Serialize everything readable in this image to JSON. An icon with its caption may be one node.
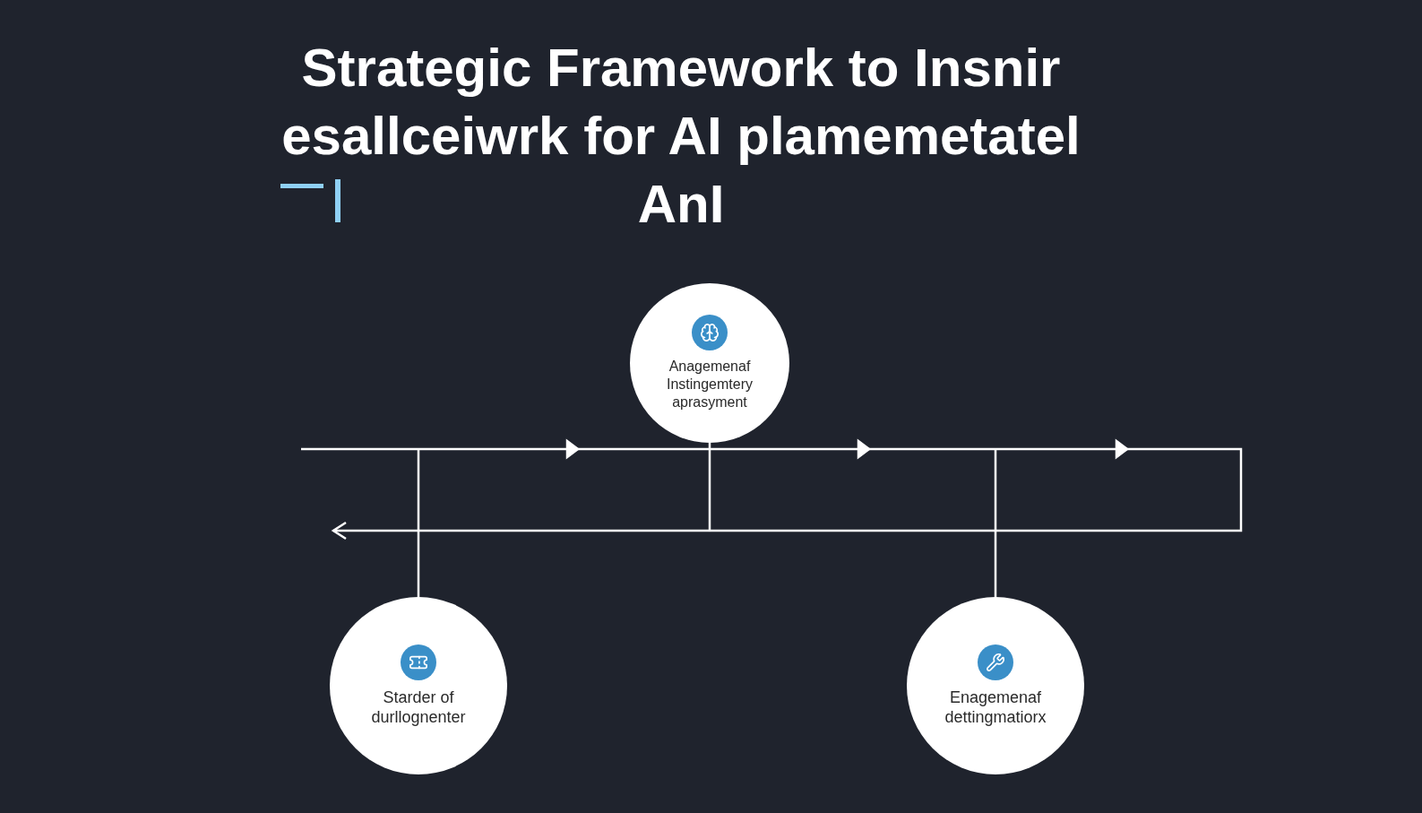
{
  "diagram": {
    "title": "Strategic Framework to Insnir esallceiwrk for AI plamemetatel AnI",
    "nodes": [
      {
        "text": [
          "Anagemenaf Instingemtery aprasyment"
        ]
      },
      {
        "text": [
          "Starder of durllognenter"
        ]
      },
      {
        "text": [
          "Enagemenaf dettingmatiorx"
        ]
      }
    ],
    "edges": [
      {
        "from": 0,
        "to": null,
        "arrow": "none"
      },
      {
        "from": 1,
        "to": null,
        "arrow": "none"
      },
      {
        "from": 2,
        "to": null,
        "arrow": "none"
      }
    ]
  }
}
